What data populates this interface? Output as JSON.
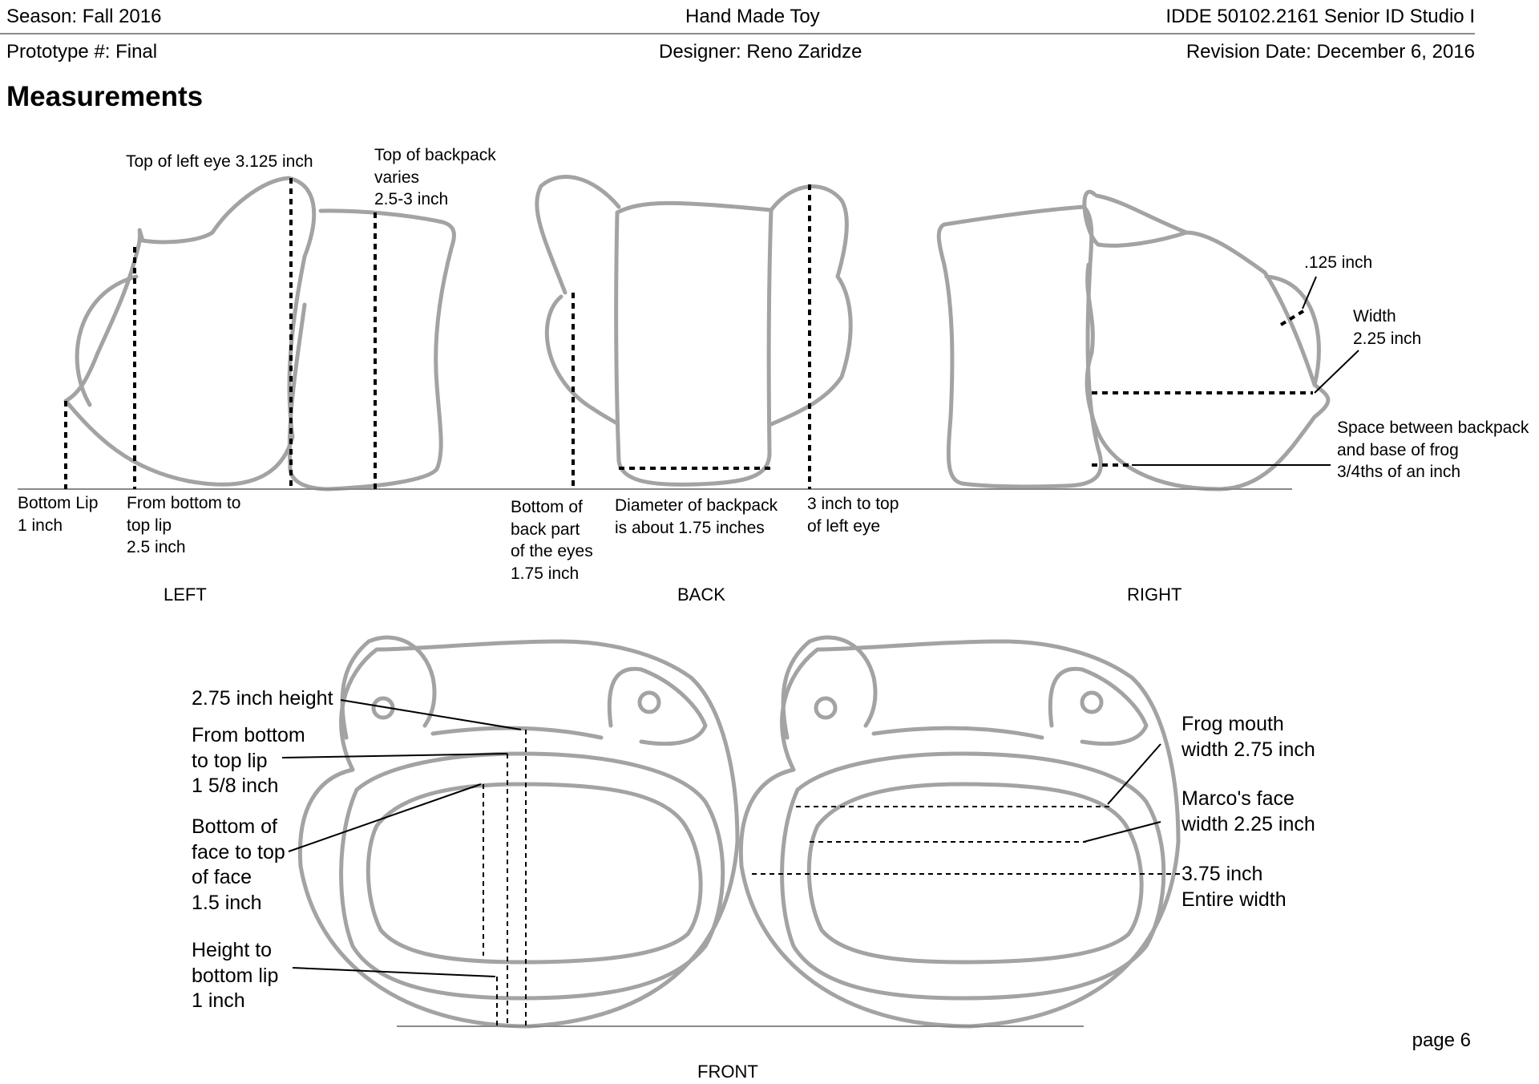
{
  "header": {
    "season": "Season: Fall 2016",
    "title": "Hand Made Toy",
    "course": "IDDE 50102.2161 Senior ID Studio I",
    "prototype": "Prototype #: Final",
    "designer": "Designer: Reno Zaridze",
    "revision": "Revision Date: December 6, 2016"
  },
  "section_title": "Measurements",
  "views": {
    "left": {
      "name": "LEFT",
      "labels": {
        "eye_top": "Top of left eye 3.125 inch",
        "backpack_top": "Top of backpack\nvaries\n2.5-3 inch",
        "bottom_lip": "Bottom Lip\n1 inch",
        "top_lip": "From bottom to\ntop lip\n2.5 inch"
      }
    },
    "back": {
      "name": "BACK",
      "labels": {
        "eyes_bottom": "Bottom of\nback part\nof the eyes\n1.75 inch",
        "diameter": "Diameter of backpack\nis about 1.75 inches",
        "eye_top": "3 inch to top\nof left eye"
      }
    },
    "right": {
      "name": "RIGHT",
      "labels": {
        "thickness": ".125 inch",
        "width": "Width\n2.25 inch",
        "space": "Space between backpack\nand base of frog\n3/4ths of an inch"
      }
    },
    "front": {
      "name": "FRONT",
      "labels": {
        "height": "2.75 inch height",
        "top_lip": "From bottom\nto top lip\n1 5/8 inch",
        "face": "Bottom of\nface to top\nof face\n1.5 inch",
        "bottom_lip": "Height to\nbottom lip\n1 inch",
        "mouth_width": "Frog mouth\nwidth 2.75 inch",
        "face_width": "Marco's face\nwidth 2.25 inch",
        "entire_width": "3.75 inch\nEntire width"
      }
    }
  },
  "page_number": "page 6",
  "colors": {
    "outline": "#a3a3a3",
    "dim": "#000000",
    "rule": "#8a8a8a"
  }
}
